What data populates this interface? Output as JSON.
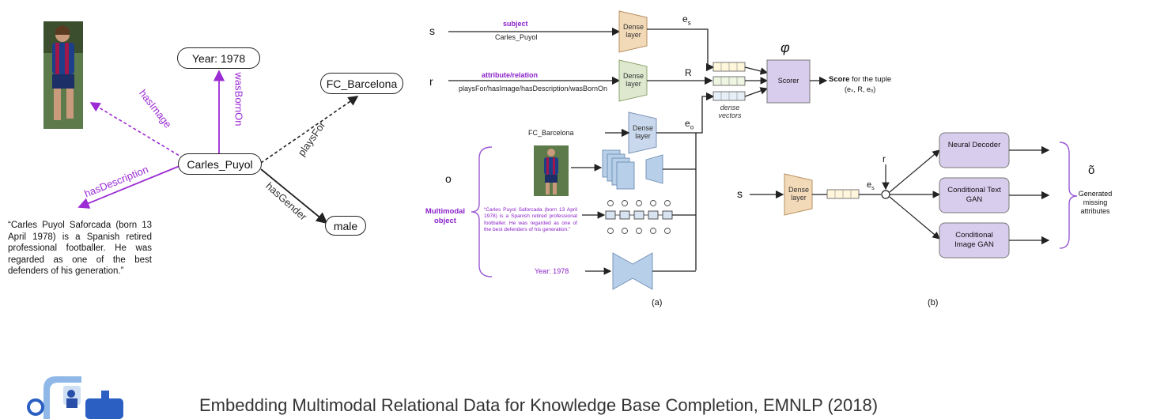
{
  "kg": {
    "year_node": "Year: 1978",
    "center_node": "Carles_Puyol",
    "club_node": "FC_Barcelona",
    "gender_node": "male",
    "edges": {
      "has_image": "hasImage",
      "was_born_on": "wasBornOn",
      "plays_for": "playsFor",
      "has_description": "hasDescription",
      "has_gender": "hasGender"
    },
    "description": "“Carles Puyol Saforcada (born 13 April 1978) is a Spanish retired professional footballer. He was regarded as one of the best defenders of his generation.”"
  },
  "model_a": {
    "s_label": "s",
    "r_label": "r",
    "o_label": "o",
    "subject_title": "subject",
    "subject_value": "Carles_Puyol",
    "relation_title": "attribute/relation",
    "relation_value": "playsFor/hasImage/hasDescription/wasBornOn",
    "dense_line1": "Dense",
    "dense_line2": "layer",
    "es_label": "e",
    "es_sub": "s",
    "eo_label": "e",
    "eo_sub": "o",
    "R_label": "R",
    "phi": "φ",
    "scorer": "Scorer",
    "dense_vectors": "dense vectors",
    "score_bold": "Score",
    "score_rest": "for the tuple",
    "score_tuple": "(eₛ, R, eₒ)",
    "fc_barcelona": "FC_Barcelona",
    "multimodal_object": "Multimodal object",
    "quote": "“Carles Puyol Saforcada (born 13 April 1978) is a Spanish retired professional footballer. He was regarded as one of the best defenders of his generation.”",
    "year": "Year: 1978",
    "caption": "(a)"
  },
  "model_b": {
    "s_label": "s",
    "r_label": "r",
    "dense_line1": "Dense",
    "dense_line2": "layer",
    "es_label": "e",
    "es_sub": "s",
    "neural_decoder": "Neural Decoder",
    "cond_text_gan": "Conditional Text GAN",
    "cond_image_gan": "Conditional Image GAN",
    "o_tilde": "õ",
    "generated": "Generated missing attributes",
    "caption": "(b)"
  },
  "footer": {
    "citation": "Embedding Multimodal Relational Data for Knowledge Base Completion, EMNLP (2018)"
  },
  "colors": {
    "purple": "#9b2bd4",
    "dense_fill": "#f2d9b8",
    "dense_green": "#dde8cf",
    "dense_blue": "#c9d8ec",
    "box_purple": "#d9cdee",
    "blue_shape": "#b7cfe8"
  }
}
